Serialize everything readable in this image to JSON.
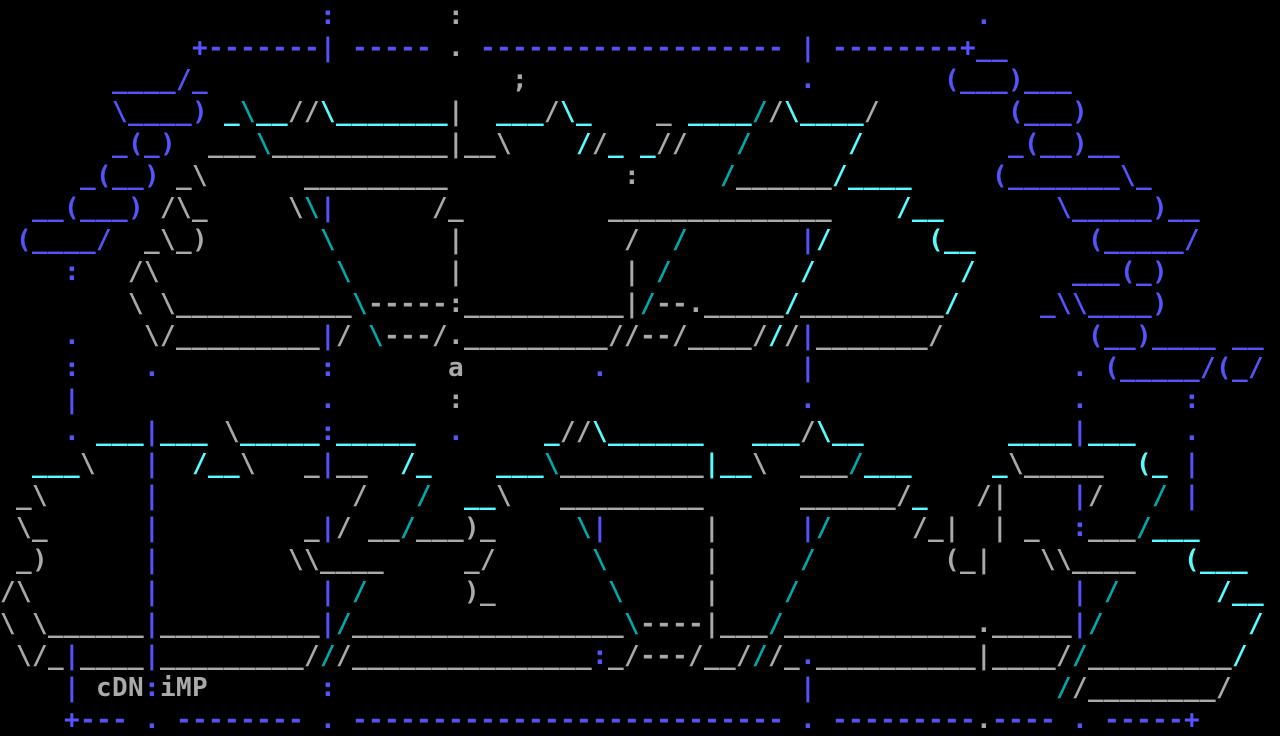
{
  "palette": {
    "b": "#5555ff",
    "c": "#55ffff",
    "t": "#00aaaa",
    "g": "#aaaaaa"
  },
  "artist_tag": "cDN:iMP",
  "rows": [
    [
      [
        20,
        "b",
        ":"
      ],
      [
        28,
        "g",
        ":"
      ],
      [
        61,
        "b",
        "."
      ]
    ],
    [
      [
        12,
        "b",
        "+-------"
      ],
      [
        20,
        "b",
        "|"
      ],
      [
        22,
        "b",
        "-----"
      ],
      [
        28,
        "g",
        "."
      ],
      [
        30,
        "b",
        "-------------------"
      ],
      [
        50,
        "b",
        "|"
      ],
      [
        52,
        "b",
        "--------+__"
      ]
    ],
    [
      [
        7,
        "b",
        "____/_"
      ],
      [
        32,
        "g",
        ";"
      ],
      [
        50,
        "b",
        "."
      ],
      [
        59,
        "b",
        "(___)___"
      ]
    ],
    [
      [
        7,
        "b",
        "\\____)"
      ],
      [
        14,
        "c",
        "_"
      ],
      [
        15,
        "t",
        "\\"
      ],
      [
        16,
        "c",
        "__"
      ],
      [
        18,
        "g",
        "//"
      ],
      [
        20,
        "c",
        "\\"
      ],
      [
        21,
        "c",
        "_______"
      ],
      [
        28,
        "g",
        "|"
      ],
      [
        31,
        "c",
        "___"
      ],
      [
        34,
        "g",
        "/"
      ],
      [
        35,
        "c",
        "\\_"
      ],
      [
        41,
        "g",
        "_"
      ],
      [
        43,
        "c",
        "____"
      ],
      [
        47,
        "t",
        "/"
      ],
      [
        48,
        "g",
        "/"
      ],
      [
        49,
        "c",
        "\\____"
      ],
      [
        54,
        "g",
        "/"
      ],
      [
        63,
        "b",
        "(___)"
      ]
    ],
    [
      [
        7,
        "b",
        "_(_)"
      ],
      [
        13,
        "g",
        "___"
      ],
      [
        16,
        "t",
        "\\"
      ],
      [
        17,
        "g",
        "___________"
      ],
      [
        28,
        "g",
        "|__"
      ],
      [
        31,
        "g",
        "\\"
      ],
      [
        36,
        "c",
        "/"
      ],
      [
        37,
        "g",
        "/"
      ],
      [
        38,
        "c",
        "_"
      ],
      [
        40,
        "c",
        "_"
      ],
      [
        41,
        "g",
        "//"
      ],
      [
        46,
        "t",
        "/"
      ],
      [
        53,
        "c",
        "/"
      ],
      [
        63,
        "b",
        "_(__)__"
      ]
    ],
    [
      [
        5,
        "b",
        "_(__)"
      ],
      [
        11,
        "g",
        "_\\"
      ],
      [
        19,
        "g",
        "_________"
      ],
      [
        39,
        "g",
        ":"
      ],
      [
        45,
        "t",
        "/"
      ],
      [
        46,
        "g",
        "______"
      ],
      [
        52,
        "c",
        "/____"
      ],
      [
        62,
        "b",
        "(_______\\_"
      ]
    ],
    [
      [
        2,
        "b",
        "__(___)"
      ],
      [
        10,
        "g",
        "/\\_"
      ],
      [
        18,
        "g",
        "\\"
      ],
      [
        19,
        "t",
        "\\"
      ],
      [
        20,
        "b",
        "|"
      ],
      [
        27,
        "g",
        "/_"
      ],
      [
        38,
        "g",
        "______________"
      ],
      [
        56,
        "c",
        "/__"
      ],
      [
        66,
        "b",
        "\\_____)__"
      ]
    ],
    [
      [
        1,
        "b",
        "(____/"
      ],
      [
        9,
        "g",
        "_\\_)"
      ],
      [
        20,
        "t",
        "\\"
      ],
      [
        28,
        "g",
        "|"
      ],
      [
        39,
        "g",
        "/"
      ],
      [
        42,
        "t",
        "/"
      ],
      [
        50,
        "b",
        "|"
      ],
      [
        51,
        "c",
        "/"
      ],
      [
        58,
        "c",
        "(__"
      ],
      [
        68,
        "b",
        "(_____/"
      ]
    ],
    [
      [
        4,
        "b",
        ":"
      ],
      [
        8,
        "g",
        "/\\"
      ],
      [
        21,
        "t",
        "\\"
      ],
      [
        28,
        "g",
        "|"
      ],
      [
        39,
        "g",
        "|"
      ],
      [
        41,
        "t",
        "/"
      ],
      [
        50,
        "c",
        "/"
      ],
      [
        60,
        "c",
        "/"
      ],
      [
        67,
        "b",
        "___(_)"
      ]
    ],
    [
      [
        8,
        "g",
        "\\ \\"
      ],
      [
        11,
        "g",
        "___________"
      ],
      [
        22,
        "t",
        "\\"
      ],
      [
        23,
        "g",
        "-----:"
      ],
      [
        29,
        "g",
        "__________|"
      ],
      [
        40,
        "t",
        "/"
      ],
      [
        41,
        "g",
        "--._____"
      ],
      [
        49,
        "c",
        "/"
      ],
      [
        50,
        "g",
        "_________"
      ],
      [
        59,
        "c",
        "/"
      ],
      [
        65,
        "b",
        "_\\\\____)"
      ]
    ],
    [
      [
        4,
        "b",
        "."
      ],
      [
        9,
        "g",
        "\\/"
      ],
      [
        11,
        "g",
        "_________"
      ],
      [
        20,
        "b",
        "|"
      ],
      [
        21,
        "g",
        "/"
      ],
      [
        23,
        "t",
        "\\"
      ],
      [
        24,
        "g",
        "---/."
      ],
      [
        29,
        "g",
        "_________//"
      ],
      [
        40,
        "g",
        "--/____"
      ],
      [
        47,
        "g",
        "/"
      ],
      [
        48,
        "c",
        "/"
      ],
      [
        49,
        "g",
        "/"
      ],
      [
        50,
        "b",
        "|"
      ],
      [
        51,
        "g",
        "_______/"
      ],
      [
        68,
        "b",
        "(__)____ __"
      ]
    ],
    [
      [
        4,
        "b",
        ":"
      ],
      [
        9,
        "b",
        "."
      ],
      [
        20,
        "b",
        ":"
      ],
      [
        28,
        "g",
        "a"
      ],
      [
        37,
        "b",
        "."
      ],
      [
        50,
        "b",
        "|"
      ],
      [
        67,
        "b",
        "."
      ],
      [
        69,
        "b",
        "(_____/(_/"
      ]
    ],
    [
      [
        4,
        "b",
        "|"
      ],
      [
        20,
        "b",
        "."
      ],
      [
        28,
        "g",
        ":"
      ],
      [
        50,
        "b",
        "."
      ],
      [
        67,
        "b",
        "."
      ],
      [
        74,
        "b",
        ":"
      ]
    ],
    [
      [
        4,
        "b",
        "."
      ],
      [
        6,
        "c",
        "___"
      ],
      [
        9,
        "b",
        "|"
      ],
      [
        10,
        "c",
        "___"
      ],
      [
        14,
        "g",
        "\\"
      ],
      [
        15,
        "c",
        "_____"
      ],
      [
        20,
        "b",
        ":"
      ],
      [
        21,
        "c",
        "_____"
      ],
      [
        28,
        "b",
        "."
      ],
      [
        34,
        "c",
        "_"
      ],
      [
        35,
        "g",
        "//"
      ],
      [
        37,
        "c",
        "\\______"
      ],
      [
        47,
        "c",
        "___"
      ],
      [
        50,
        "g",
        "/"
      ],
      [
        51,
        "c",
        "\\__"
      ],
      [
        63,
        "c",
        "____"
      ],
      [
        67,
        "b",
        "|"
      ],
      [
        68,
        "c",
        "___"
      ],
      [
        74,
        "b",
        "."
      ]
    ],
    [
      [
        2,
        "c",
        "___"
      ],
      [
        5,
        "g",
        "\\"
      ],
      [
        9,
        "b",
        "|"
      ],
      [
        12,
        "c",
        "/__"
      ],
      [
        15,
        "g",
        "\\"
      ],
      [
        19,
        "g",
        "_"
      ],
      [
        20,
        "b",
        "|"
      ],
      [
        21,
        "g",
        "__"
      ],
      [
        25,
        "c",
        "/_"
      ],
      [
        31,
        "c",
        "___"
      ],
      [
        34,
        "t",
        "\\"
      ],
      [
        35,
        "g",
        "_________"
      ],
      [
        44,
        "c",
        "|__"
      ],
      [
        47,
        "g",
        "\\"
      ],
      [
        50,
        "g",
        "___"
      ],
      [
        53,
        "t",
        "/"
      ],
      [
        54,
        "c",
        "___"
      ],
      [
        62,
        "c",
        "_"
      ],
      [
        63,
        "g",
        "\\_____"
      ],
      [
        71,
        "c",
        "(_"
      ],
      [
        74,
        "b",
        "|"
      ]
    ],
    [
      [
        1,
        "g",
        "_\\"
      ],
      [
        9,
        "b",
        "|"
      ],
      [
        22,
        "g",
        "/"
      ],
      [
        26,
        "t",
        "/"
      ],
      [
        29,
        "c",
        "__"
      ],
      [
        31,
        "g",
        "\\"
      ],
      [
        35,
        "g",
        "_________"
      ],
      [
        50,
        "g",
        "______/"
      ],
      [
        57,
        "c",
        "_"
      ],
      [
        61,
        "g",
        "/|"
      ],
      [
        67,
        "b",
        "|"
      ],
      [
        68,
        "g",
        "/"
      ],
      [
        72,
        "t",
        "/"
      ],
      [
        74,
        "b",
        "|"
      ]
    ],
    [
      [
        1,
        "g",
        "\\_"
      ],
      [
        9,
        "b",
        "|"
      ],
      [
        19,
        "g",
        "_"
      ],
      [
        20,
        "b",
        "|"
      ],
      [
        21,
        "g",
        "/"
      ],
      [
        23,
        "g",
        "__"
      ],
      [
        25,
        "t",
        "/"
      ],
      [
        26,
        "g",
        "___)_"
      ],
      [
        36,
        "t",
        "\\"
      ],
      [
        37,
        "b",
        "|"
      ],
      [
        44,
        "g",
        "|"
      ],
      [
        50,
        "b",
        "|"
      ],
      [
        51,
        "t",
        "/"
      ],
      [
        57,
        "g",
        "/_|"
      ],
      [
        62,
        "g",
        "|"
      ],
      [
        64,
        "g",
        "_"
      ],
      [
        67,
        "b",
        ":"
      ],
      [
        68,
        "g",
        "___"
      ],
      [
        71,
        "t",
        "/"
      ],
      [
        72,
        "c",
        "___"
      ]
    ],
    [
      [
        1,
        "g",
        "_)"
      ],
      [
        9,
        "b",
        "|"
      ],
      [
        18,
        "g",
        "\\\\____"
      ],
      [
        29,
        "g",
        "_/"
      ],
      [
        37,
        "t",
        "\\"
      ],
      [
        44,
        "g",
        "|"
      ],
      [
        50,
        "t",
        "/"
      ],
      [
        59,
        "g",
        "(_|"
      ],
      [
        65,
        "g",
        "\\\\____"
      ],
      [
        74,
        "c",
        "(___"
      ]
    ],
    [
      [
        0,
        "g",
        "/\\"
      ],
      [
        9,
        "b",
        "|"
      ],
      [
        20,
        "b",
        "|"
      ],
      [
        22,
        "t",
        "/"
      ],
      [
        29,
        "g",
        ")_"
      ],
      [
        38,
        "t",
        "\\"
      ],
      [
        44,
        "g",
        "|"
      ],
      [
        49,
        "t",
        "/"
      ],
      [
        67,
        "b",
        "|"
      ],
      [
        69,
        "t",
        "/"
      ],
      [
        76,
        "c",
        "/__"
      ]
    ],
    [
      [
        0,
        "g",
        "\\ \\______"
      ],
      [
        9,
        "b",
        "|"
      ],
      [
        10,
        "g",
        "__________"
      ],
      [
        20,
        "b",
        "|"
      ],
      [
        21,
        "t",
        "/"
      ],
      [
        22,
        "g",
        "_________________"
      ],
      [
        39,
        "t",
        "\\"
      ],
      [
        40,
        "g",
        "----|___"
      ],
      [
        48,
        "t",
        "/"
      ],
      [
        49,
        "g",
        "____________._____"
      ],
      [
        67,
        "b",
        "|"
      ],
      [
        68,
        "t",
        "/"
      ],
      [
        78,
        "c",
        "/"
      ]
    ],
    [
      [
        1,
        "g",
        "\\/_"
      ],
      [
        4,
        "b",
        "|"
      ],
      [
        5,
        "g",
        "____"
      ],
      [
        9,
        "b",
        "|"
      ],
      [
        10,
        "g",
        "_________/"
      ],
      [
        20,
        "t",
        "/"
      ],
      [
        21,
        "g",
        "/_______________"
      ],
      [
        37,
        "b",
        ":"
      ],
      [
        38,
        "g",
        "_/---/__/"
      ],
      [
        47,
        "t",
        "/"
      ],
      [
        48,
        "g",
        "/_"
      ],
      [
        50,
        "b",
        "."
      ],
      [
        51,
        "g",
        "__________|____/"
      ],
      [
        67,
        "t",
        "/"
      ],
      [
        68,
        "g",
        "_________"
      ],
      [
        77,
        "c",
        "/"
      ]
    ],
    [
      [
        4,
        "b",
        "|"
      ],
      [
        6,
        "g",
        "cDN"
      ],
      [
        9,
        "b",
        ":"
      ],
      [
        10,
        "g",
        "iMP"
      ],
      [
        20,
        "b",
        ":"
      ],
      [
        50,
        "b",
        "|"
      ],
      [
        66,
        "t",
        "/"
      ],
      [
        67,
        "g",
        "/________/"
      ]
    ],
    [
      [
        4,
        "b",
        "+---"
      ],
      [
        9,
        "b",
        "."
      ],
      [
        11,
        "b",
        "--------"
      ],
      [
        20,
        "b",
        "."
      ],
      [
        22,
        "b",
        "---------------------------"
      ],
      [
        50,
        "b",
        "."
      ],
      [
        52,
        "b",
        "---------"
      ],
      [
        61,
        "g",
        "."
      ],
      [
        62,
        "b",
        "----"
      ],
      [
        67,
        "b",
        "."
      ],
      [
        69,
        "b",
        "-----+"
      ]
    ]
  ]
}
